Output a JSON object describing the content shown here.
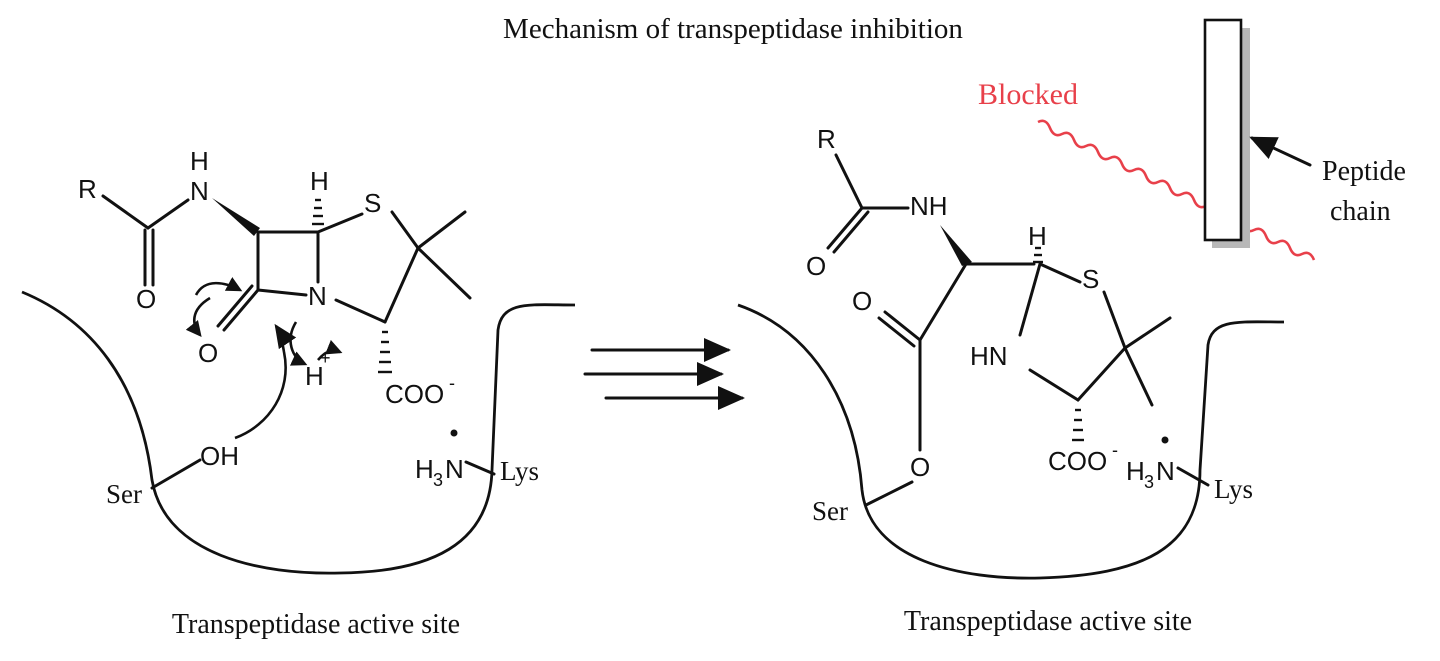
{
  "title": "Mechanism of transpeptidase inhibition",
  "left_panel": {
    "caption": "Transpeptidase active site",
    "atoms": {
      "R": "R",
      "NH_top": "H",
      "N_amide": "N",
      "H_top": "H",
      "S": "S",
      "O_carbonyl": "O",
      "N_ring": "N",
      "O_lactam": "O",
      "H_plus": "H",
      "plus": "+",
      "coo": "COO",
      "coo_charge": "-",
      "oh": "OH",
      "ser": "Ser",
      "h3n": "H",
      "h3n_sub": "3",
      "h3n_N": "N",
      "lys": "Lys"
    }
  },
  "right_panel": {
    "caption": "Transpeptidase active site",
    "blocked": "Blocked",
    "peptide_label_1": "Peptide",
    "peptide_label_2": "chain",
    "atoms": {
      "R": "R",
      "NH": "NH",
      "O_carbonyl": "O",
      "O_ester": "O",
      "O_link": "O",
      "H_top": "H",
      "S": "S",
      "HN": "HN",
      "coo": "COO",
      "coo_charge": "-",
      "ser": "Ser",
      "h3n": "H",
      "h3n_sub": "3",
      "h3n_N": "N",
      "lys": "Lys"
    }
  },
  "colors": {
    "blocked": "#e8404a",
    "ink": "#111111",
    "shadow": "#b8b8b8"
  }
}
